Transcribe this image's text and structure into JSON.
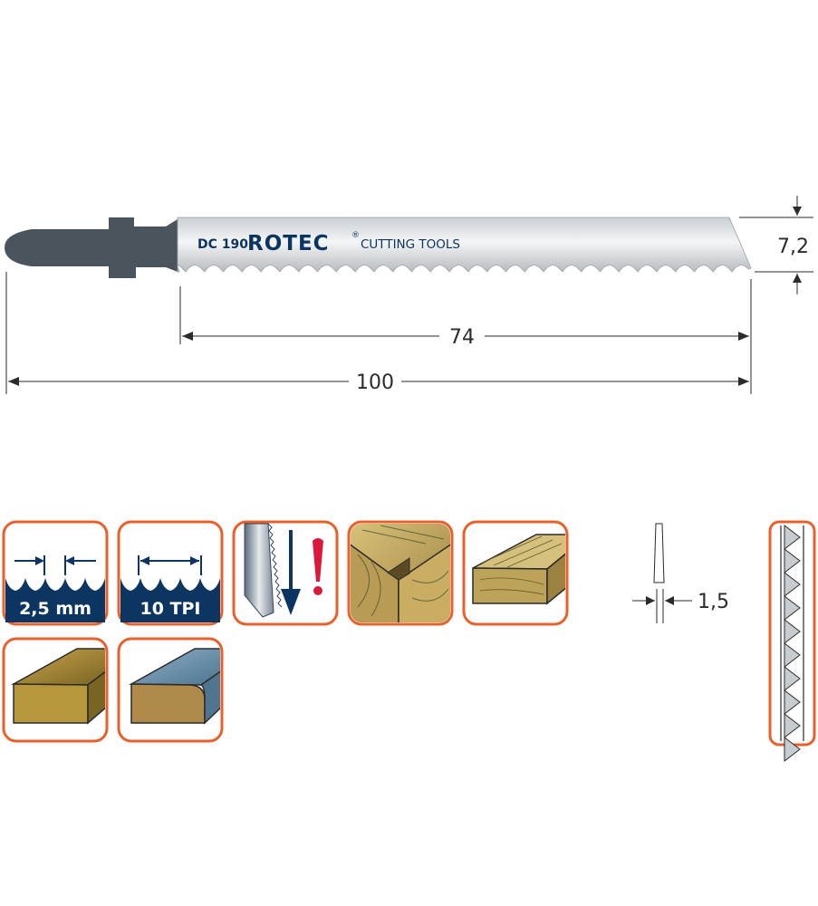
{
  "blade": {
    "model": "DC 190",
    "brand": "ROTEC",
    "registered_mark": "®",
    "tagline": "CUTTING TOOLS"
  },
  "dimensions": {
    "width": "7,2",
    "working_length": "74",
    "total_length": "100",
    "thickness": "1,5"
  },
  "icons": {
    "tooth_pitch": "2,5 mm",
    "tpi": "10 TPI",
    "items": [
      "tooth-pitch-icon",
      "tpi-icon",
      "downstroke-warning-icon",
      "wood-joint-icon",
      "softwood-plank-icon",
      "chipboard-icon",
      "laminated-board-icon"
    ]
  },
  "colors": {
    "navy": "#0d3561",
    "orange": "#e8612c",
    "shank": "#4a545c",
    "red": "#d9183b"
  }
}
